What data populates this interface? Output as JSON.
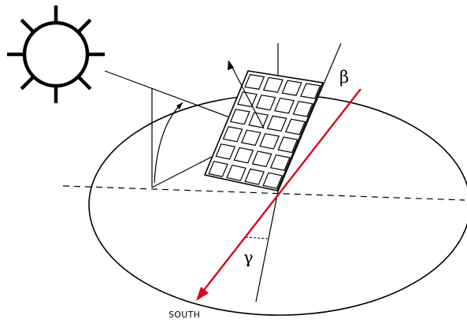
{
  "labels": {
    "tilt_angle": "β",
    "azimuth_angle": "γ",
    "direction": "SOUTH"
  },
  "colors": {
    "stroke": "#000000",
    "south_arrow": "#d40a1e",
    "background": "#ffffff"
  },
  "icons": [
    "sun-icon",
    "solar-panel"
  ]
}
